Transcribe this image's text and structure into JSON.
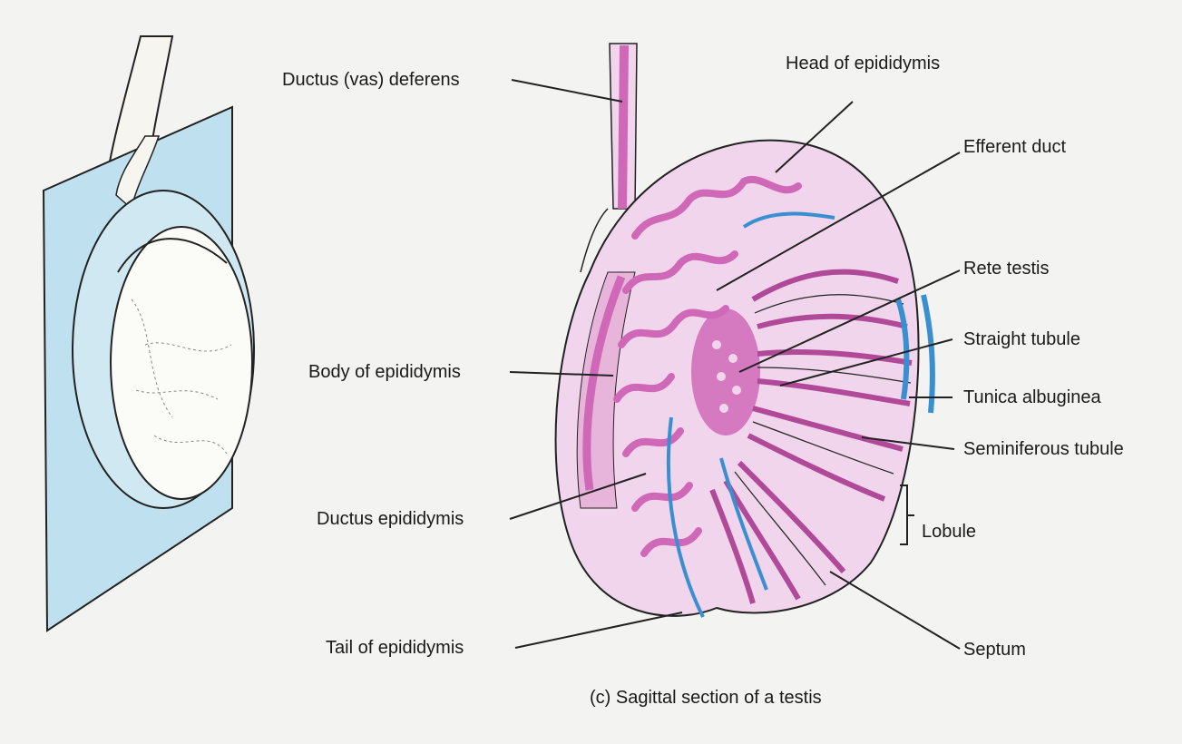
{
  "figure": {
    "caption": "(c)  Sagittal section of a testis",
    "labels": {
      "ductus_deferens": "Ductus (vas) deferens",
      "body_epididymis": "Body of epididymis",
      "ductus_epididymis": "Ductus epididymis",
      "tail_epididymis": "Tail of epididymis",
      "head_epididymis": "Head of epididymis",
      "efferent_duct": "Efferent duct",
      "rete_testis": "Rete testis",
      "straight_tubule": "Straight tubule",
      "tunica_albuginea": "Tunica albuginea",
      "seminiferous_tubule": "Seminiferous tubule",
      "lobule": "Lobule",
      "septum": "Septum"
    },
    "colors": {
      "tubule": "#d068b8",
      "tubule_light": "#f1d5ec",
      "tunica": "#3a8fd0",
      "plane": "#bfe0ee",
      "outline": "#222222",
      "background": "#f3f3f1"
    }
  }
}
